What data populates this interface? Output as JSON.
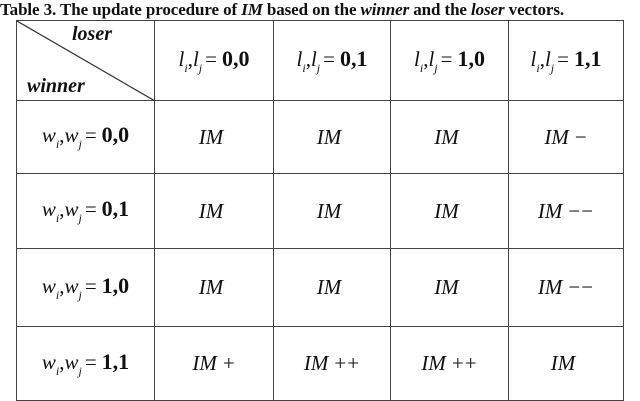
{
  "caption": {
    "prefix": "Table 3. The update procedure of ",
    "im": "IM",
    "mid1": " based on the ",
    "winner": "winner",
    "mid2": " and the ",
    "loser": "loser",
    "suffix": " vectors."
  },
  "corner": {
    "top_label": "loser",
    "bottom_label": "winner"
  },
  "columns": [
    {
      "var": "l",
      "sub_i": "i",
      "sub_j": "j",
      "eq": "=",
      "value": "0,0"
    },
    {
      "var": "l",
      "sub_i": "i",
      "sub_j": "j",
      "eq": "=",
      "value": "0,1"
    },
    {
      "var": "l",
      "sub_i": "i",
      "sub_j": "j",
      "eq": "=",
      "value": "1,0"
    },
    {
      "var": "l",
      "sub_i": "i",
      "sub_j": "j",
      "eq": "=",
      "value": "1,1"
    }
  ],
  "rows": [
    {
      "header": {
        "var": "w",
        "sub_i": "i",
        "sub_j": "j",
        "eq": "=",
        "value": "0,0"
      },
      "cells": [
        {
          "im": "IM",
          "op": ""
        },
        {
          "im": "IM",
          "op": ""
        },
        {
          "im": "IM",
          "op": ""
        },
        {
          "im": "IM",
          "op": "−"
        }
      ]
    },
    {
      "header": {
        "var": "w",
        "sub_i": "i",
        "sub_j": "j",
        "eq": "=",
        "value": "0,1"
      },
      "cells": [
        {
          "im": "IM",
          "op": ""
        },
        {
          "im": "IM",
          "op": ""
        },
        {
          "im": "IM",
          "op": ""
        },
        {
          "im": "IM",
          "op": "−−"
        }
      ]
    },
    {
      "header": {
        "var": "w",
        "sub_i": "i",
        "sub_j": "j",
        "eq": "=",
        "value": "1,0"
      },
      "cells": [
        {
          "im": "IM",
          "op": ""
        },
        {
          "im": "IM",
          "op": ""
        },
        {
          "im": "IM",
          "op": ""
        },
        {
          "im": "IM",
          "op": "−−"
        }
      ]
    },
    {
      "header": {
        "var": "w",
        "sub_i": "i",
        "sub_j": "j",
        "eq": "=",
        "value": "1,1"
      },
      "cells": [
        {
          "im": "IM",
          "op": "+"
        },
        {
          "im": "IM",
          "op": "++"
        },
        {
          "im": "IM",
          "op": "++"
        },
        {
          "im": "IM",
          "op": ""
        }
      ]
    }
  ]
}
